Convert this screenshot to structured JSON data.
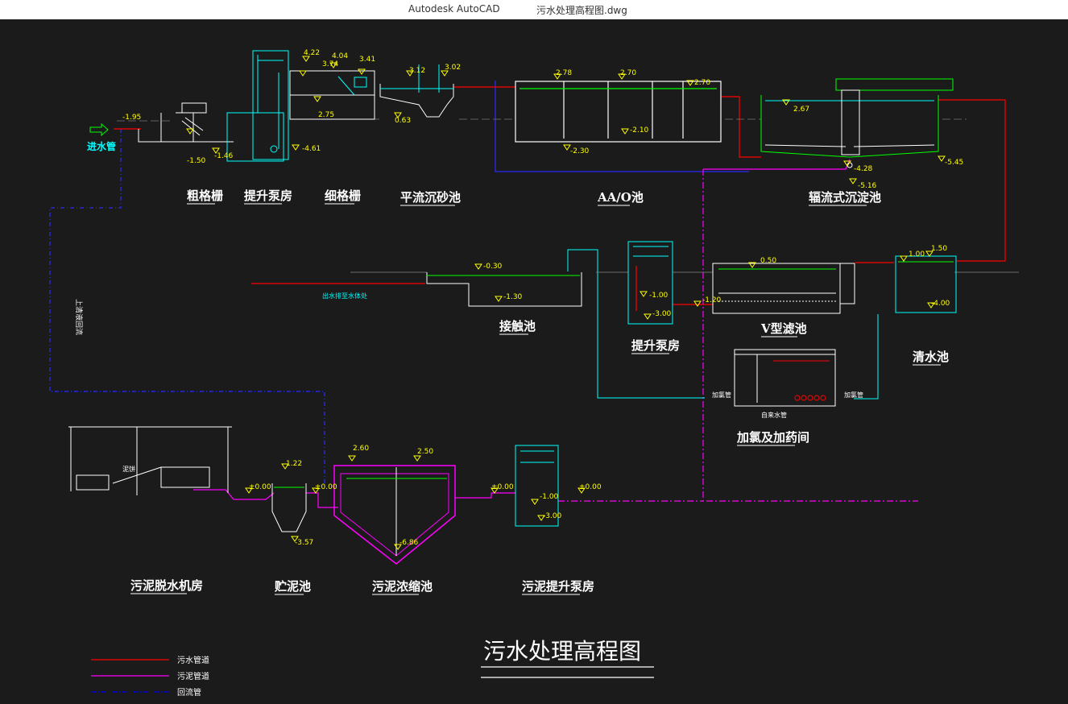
{
  "window": {
    "app_name": "Autodesk AutoCAD",
    "file_name": "污水处理高程图.dwg"
  },
  "drawing": {
    "title": "污水处理高程图",
    "inlet_label": "进水管",
    "outlet_label": "出水排至水体处",
    "return_label": "上清液回流",
    "chlorine_feed": "加氯管",
    "tap_water": "自来水管",
    "sludge_cake": "泥饼",
    "units": {
      "coarse_screen": "粗格栅",
      "lift_pump_1": "提升泵房",
      "fine_screen": "细格栅",
      "grit_chamber": "平流沉砂池",
      "aao_tank": "AA/O池",
      "clarifier": "辐流式沉淀池",
      "contact_tank": "接触池",
      "lift_pump_2": "提升泵房",
      "v_filter": "V型滤池",
      "clear_well": "清水池",
      "chlorination": "加氯及加药间",
      "dewatering": "污泥脱水机房",
      "sludge_storage": "贮泥池",
      "thickener": "污泥浓缩池",
      "sludge_pump": "污泥提升泵房"
    },
    "elevations": {
      "e1": "-1.95",
      "e2": "-1.50",
      "e3": "-1.46",
      "e4": "4.22",
      "e5": "4.04",
      "e6": "3.74",
      "e7": "3.41",
      "e8": "2.75",
      "e9": "-4.61",
      "e10": "3.12",
      "e11": "3.02",
      "e12": "0.63",
      "e13": "2.78",
      "e14": "2.70",
      "e15": "2.70",
      "e16": "-2.10",
      "e17": "-2.30",
      "e18": "2.67",
      "e19": "-4.28",
      "e20": "-5.45",
      "e21": "-5.16",
      "e22": "-0.30",
      "e23": "-1.30",
      "e24": "-1.00",
      "e25": "-3.00",
      "e26": "0.50",
      "e27": "-1.20",
      "e28": "1.50",
      "e29": "1.00",
      "e30": "-4.00",
      "e31": "1.22",
      "e32": "±0.00",
      "e33": "±0.00",
      "e34": "-3.57",
      "e35": "2.60",
      "e36": "2.50",
      "e37": "-6.86",
      "e38": "±0.00",
      "e39": "-1.00",
      "e40": "-3.00",
      "e41": "±0.00"
    },
    "legend": [
      {
        "label": "污水管道",
        "color": "#ff0000"
      },
      {
        "label": "污泥管道",
        "color": "#ff00ff"
      },
      {
        "label": "回流管",
        "color": "#0000ff"
      }
    ],
    "colors": {
      "water": "#00ffff",
      "frame": "#ffffff",
      "sewage": "#ff0000",
      "sludge": "#ff00ff",
      "return": "#2a2aff",
      "level": "#00ff00",
      "elev": "#ffff00"
    }
  }
}
